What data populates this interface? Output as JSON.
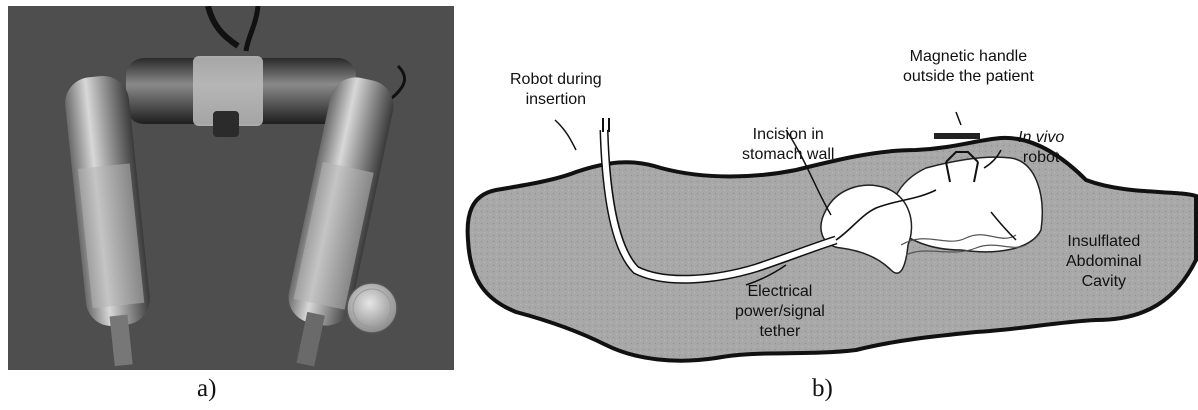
{
  "panels": {
    "a": {
      "label": "a)",
      "photo": "grayscale photograph of two-armed in vivo surgical robot beside a coin"
    },
    "b": {
      "label": "b)",
      "callouts": {
        "robot_insertion": [
          "Robot during",
          "insertion"
        ],
        "incision": [
          "Incision in",
          "stomach wall"
        ],
        "magnetic_handle": [
          "Magnetic handle",
          "outside the patient"
        ],
        "in_vivo_robot": {
          "italic": "In vivo",
          "plain": "robot"
        },
        "cavity": [
          "Insulflated",
          "Abdominal",
          "Cavity"
        ],
        "tether": [
          "Electrical",
          "power/signal",
          "tether"
        ]
      }
    }
  },
  "colors": {
    "body_fill": "#a8a8a8",
    "cavity_fill": "#ffffff",
    "outline": "#111111"
  }
}
